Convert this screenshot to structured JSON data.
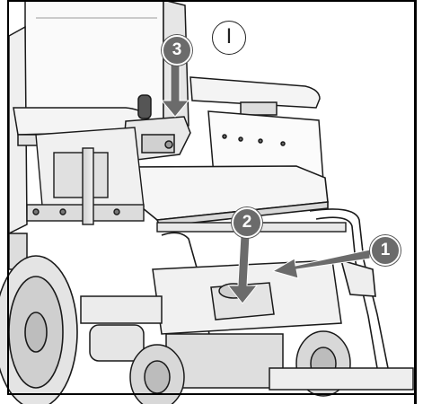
{
  "figure": {
    "side_indicator": "I",
    "steps": [
      {
        "label": "1",
        "direction": "left"
      },
      {
        "label": "2",
        "direction": "down"
      },
      {
        "label": "3",
        "direction": "down"
      }
    ]
  },
  "colors": {
    "arrow_fill": "#6b6b6b",
    "line": "#1a1a1a",
    "background": "#ffffff"
  }
}
